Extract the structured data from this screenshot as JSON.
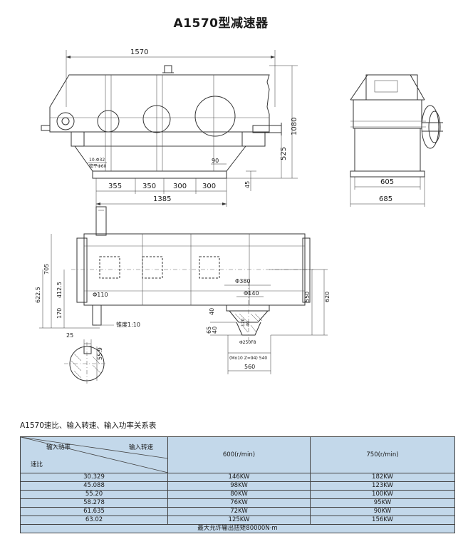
{
  "title": "A1570型减速器",
  "drawing": {
    "front_view": {
      "overall_length": "1570",
      "height": "1080",
      "shaft_height": "525",
      "base_height": "45",
      "offset": "90",
      "spacings": [
        "355",
        "350",
        "300",
        "300"
      ],
      "base_length": "1385",
      "bolt_note_line1": "10-Φ32",
      "bolt_note_line2": "锪平Φ60"
    },
    "side_view": {
      "width_inner": "605",
      "width_outer": "685"
    },
    "plan_view": {
      "width_705": "705",
      "width_622": "622.5",
      "width_412": "412.5",
      "dim_170": "170",
      "shaft_dia": "Φ110",
      "taper_note": "锥度1:10",
      "dim_550": "550",
      "dim_620": "620",
      "flange_dia": "Φ380",
      "bore_dia": "Φ140",
      "dim_40_a": "40",
      "dim_65": "65",
      "dim_40_b": "40",
      "dim_120": "120",
      "dim_40_c": "40",
      "spline_note": "Φ250F8",
      "spline_spec": "(Mo10 Z=94) 540",
      "dim_560": "560"
    },
    "key_section": {
      "key_width": "25",
      "key_depth": "55.9"
    }
  },
  "table": {
    "title": "A1570速比、输入转速、输入功率关系表",
    "corner_power": "输入功率",
    "corner_speed": "输入转速",
    "corner_ratio": "速比",
    "columns": [
      "600(r/min)",
      "750(r/min)"
    ],
    "rows": [
      {
        "ratio": "30.329",
        "p600": "146KW",
        "p750": "182KW"
      },
      {
        "ratio": "45.088",
        "p600": "98KW",
        "p750": "123KW"
      },
      {
        "ratio": "55.20",
        "p600": "80KW",
        "p750": "100KW"
      },
      {
        "ratio": "58.278",
        "p600": "76KW",
        "p750": "95KW"
      },
      {
        "ratio": "61.635",
        "p600": "72KW",
        "p750": "90KW"
      },
      {
        "ratio": "63.02",
        "p600": "125KW",
        "p750": "156KW"
      }
    ],
    "footer": "最大允许输出扭矩80000N·m"
  }
}
